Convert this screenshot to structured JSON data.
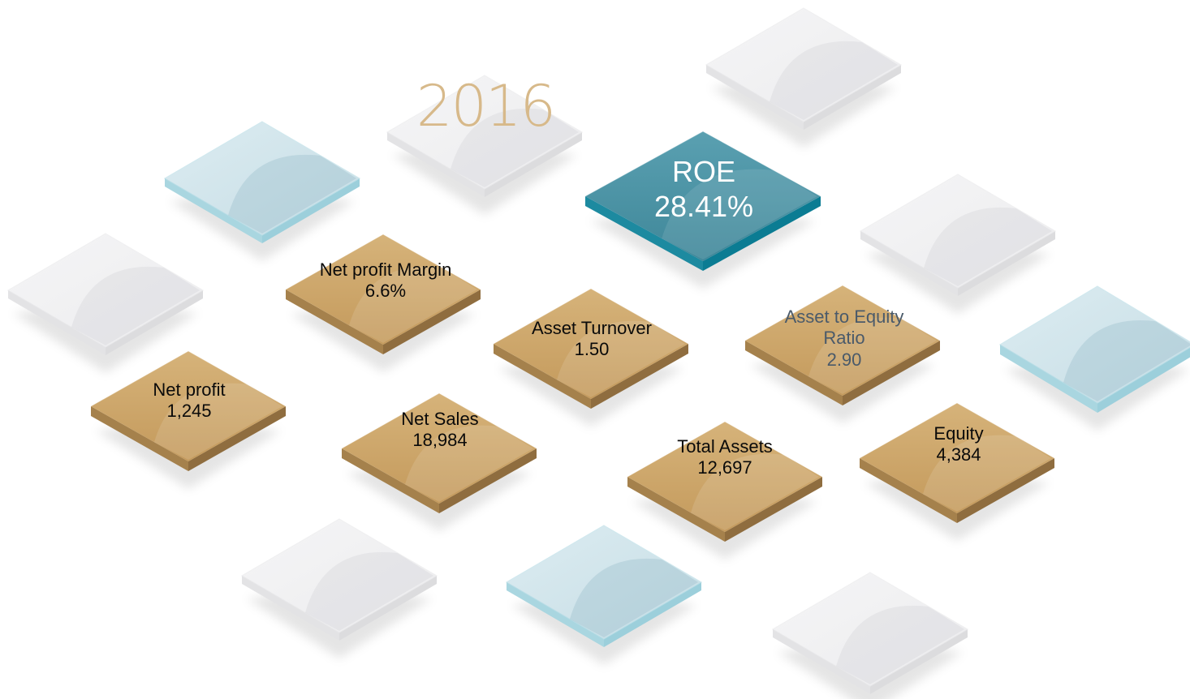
{
  "year": {
    "text": "2016",
    "color": "#d7b98a"
  },
  "colors": {
    "gold_top": "#cca467",
    "gold_side": "#8f6d3f",
    "teal_top": "#4b94a6",
    "teal_side": "#0b7c93",
    "glass_blue_top": "#d4e6ec",
    "glass_blue_edge": "#a9d6e0",
    "glass_grey_top": "#f2f2f3",
    "glass_grey_edge": "#e3e3e5"
  },
  "roe": {
    "label": "ROE",
    "value": "28.41%"
  },
  "metrics": {
    "net_profit_margin": {
      "label": "Net profit Margin",
      "value": "6.6%"
    },
    "asset_turnover": {
      "label": "Asset Turnover",
      "value": "1.50"
    },
    "asset_to_equity": {
      "label_line1": "Asset to Equity",
      "label_line2": "Ratio",
      "value": "2.90"
    },
    "net_profit": {
      "label": "Net profit",
      "value": "1,245"
    },
    "net_sales": {
      "label": "Net Sales",
      "value": "18,984"
    },
    "total_assets": {
      "label": "Total Assets",
      "value": "12,697"
    },
    "equity": {
      "label": "Equity",
      "value": "4,384"
    }
  }
}
